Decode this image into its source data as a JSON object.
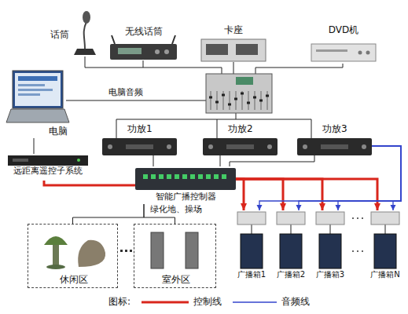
{
  "diagram": {
    "nodes": [
      {
        "text": [
          "话筒"
        ]
      },
      {
        "text": [
          "无线话筒"
        ]
      },
      {
        "text": [
          "卡座"
        ]
      },
      {
        "text": [
          "DVD机"
        ]
      },
      {
        "text": [
          "电脑"
        ]
      },
      {
        "text": [
          "功放1"
        ]
      },
      {
        "text": [
          "功放2"
        ]
      },
      {
        "text": [
          "功放3"
        ]
      },
      {
        "text": [
          "远距离遥控子系统"
        ]
      },
      {
        "text": [
          "智能广播控制器"
        ]
      },
      {
        "text": [
          "休闲区"
        ]
      },
      {
        "text": [
          "室外区"
        ]
      },
      {
        "text": [
          "广播箱1"
        ]
      },
      {
        "text": [
          "广播箱2"
        ]
      },
      {
        "text": [
          "广播箱3"
        ]
      },
      {
        "text": [
          "广播箱N"
        ]
      }
    ],
    "edges": [
      {
        "from": 4,
        "to": 8,
        "arrow": "none"
      },
      {
        "from": 8,
        "to": 9,
        "arrow": "none"
      },
      {
        "from": 5,
        "to": 9,
        "arrow": "none"
      },
      {
        "from": 6,
        "to": 9,
        "arrow": "none"
      },
      {
        "from": 7,
        "to": 9,
        "arrow": "none"
      },
      {
        "from": 9,
        "to": 12,
        "arrow": "to"
      },
      {
        "from": 9,
        "to": 13,
        "arrow": "to"
      },
      {
        "from": 9,
        "to": 14,
        "arrow": "to"
      },
      {
        "from": 9,
        "to": 15,
        "arrow": "to"
      },
      {
        "from": 7,
        "to": 12,
        "arrow": "to"
      },
      {
        "from": 7,
        "to": 13,
        "arrow": "to"
      },
      {
        "from": 7,
        "to": 14,
        "arrow": "to"
      },
      {
        "from": 7,
        "to": 15,
        "arrow": "to"
      },
      {
        "from": 9,
        "to": 10,
        "arrow": "none"
      },
      {
        "from": 9,
        "to": 11,
        "arrow": "none"
      }
    ],
    "labels": [
      "电脑音频",
      "绿化地、操场",
      "图标:"
    ],
    "legend": [
      {
        "text": "控制线"
      },
      {
        "text": "音频线"
      }
    ]
  }
}
